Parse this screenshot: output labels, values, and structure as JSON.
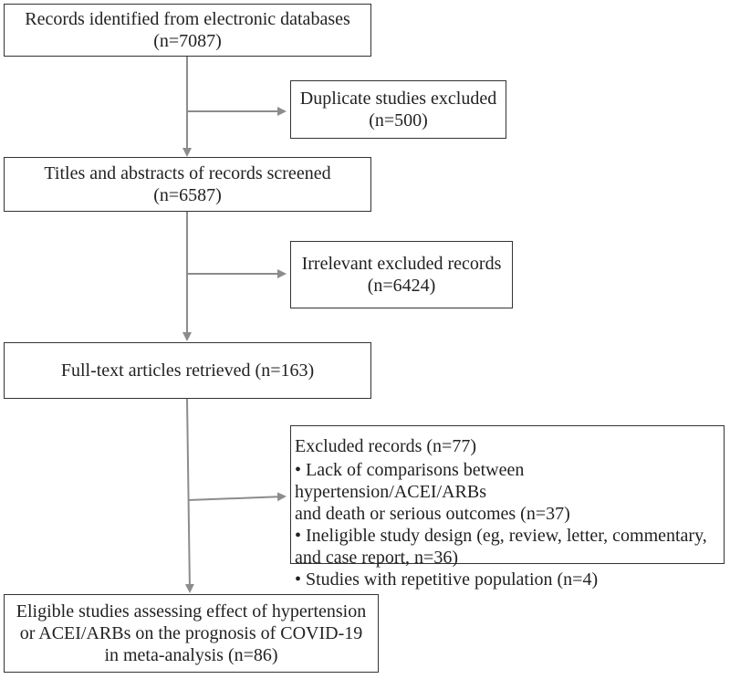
{
  "box_records_identified": {
    "line1": "Records identified from electronic databases",
    "line2": "(n=7087)"
  },
  "box_duplicates": {
    "line1": "Duplicate studies excluded",
    "line2": "(n=500)"
  },
  "box_screened": {
    "line1": "Titles and abstracts  of records screened",
    "line2": "(n=6587)"
  },
  "box_irrelevant": {
    "line1": "Irrelevant excluded records",
    "line2": "(n=6424)"
  },
  "box_fulltext": {
    "line1": "Full-text articles retrieved (n=163)"
  },
  "box_excluded": {
    "title": "Excluded records (n=77)",
    "bullets": [
      {
        "line1": "• Lack of comparisons between hypertension/ACEI/ARBs",
        "line2": "and death or serious outcomes (n=37)"
      },
      {
        "line1": "• Ineligible study design (eg, review, letter, commentary,",
        "line2": "and case report, n=36)"
      },
      {
        "line1": "• Studies with  repetitive population (n=4)"
      }
    ]
  },
  "box_eligible": {
    "line1": "Eligible studies assessing effect of hypertension",
    "line2": "or ACEI/ARBs on the prognosis of COVID-19",
    "line3": "in meta-analysis (n=86)"
  },
  "colors": {
    "arrow": "#8c8c8c",
    "border": "#333333"
  }
}
